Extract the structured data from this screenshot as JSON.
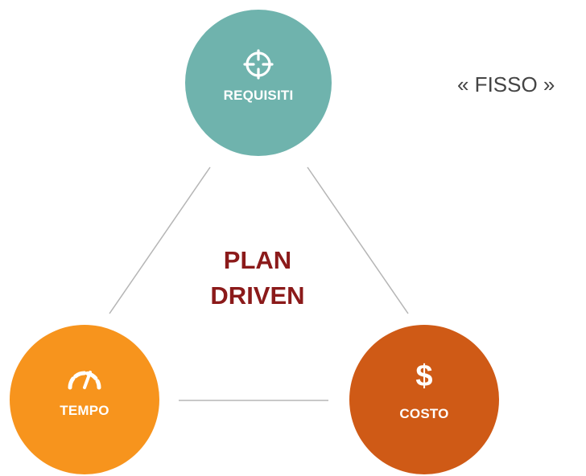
{
  "diagram": {
    "center_label_line1": "PLAN",
    "center_label_line2": "DRIVEN",
    "note": "« FISSO »",
    "nodes": {
      "requisiti": {
        "label": "REQUISITI",
        "icon": "target-crosshair-icon",
        "color": "#6fb3ad"
      },
      "tempo": {
        "label": "TEMPO",
        "icon": "speedometer-icon",
        "color": "#f7941d"
      },
      "costo": {
        "label": "COSTO",
        "icon": "dollar-icon",
        "glyph": "$",
        "color": "#cf5a16"
      }
    },
    "colors": {
      "center_label": "#8b1a1a",
      "connector": "#b5b5b5",
      "note": "#444444"
    }
  }
}
